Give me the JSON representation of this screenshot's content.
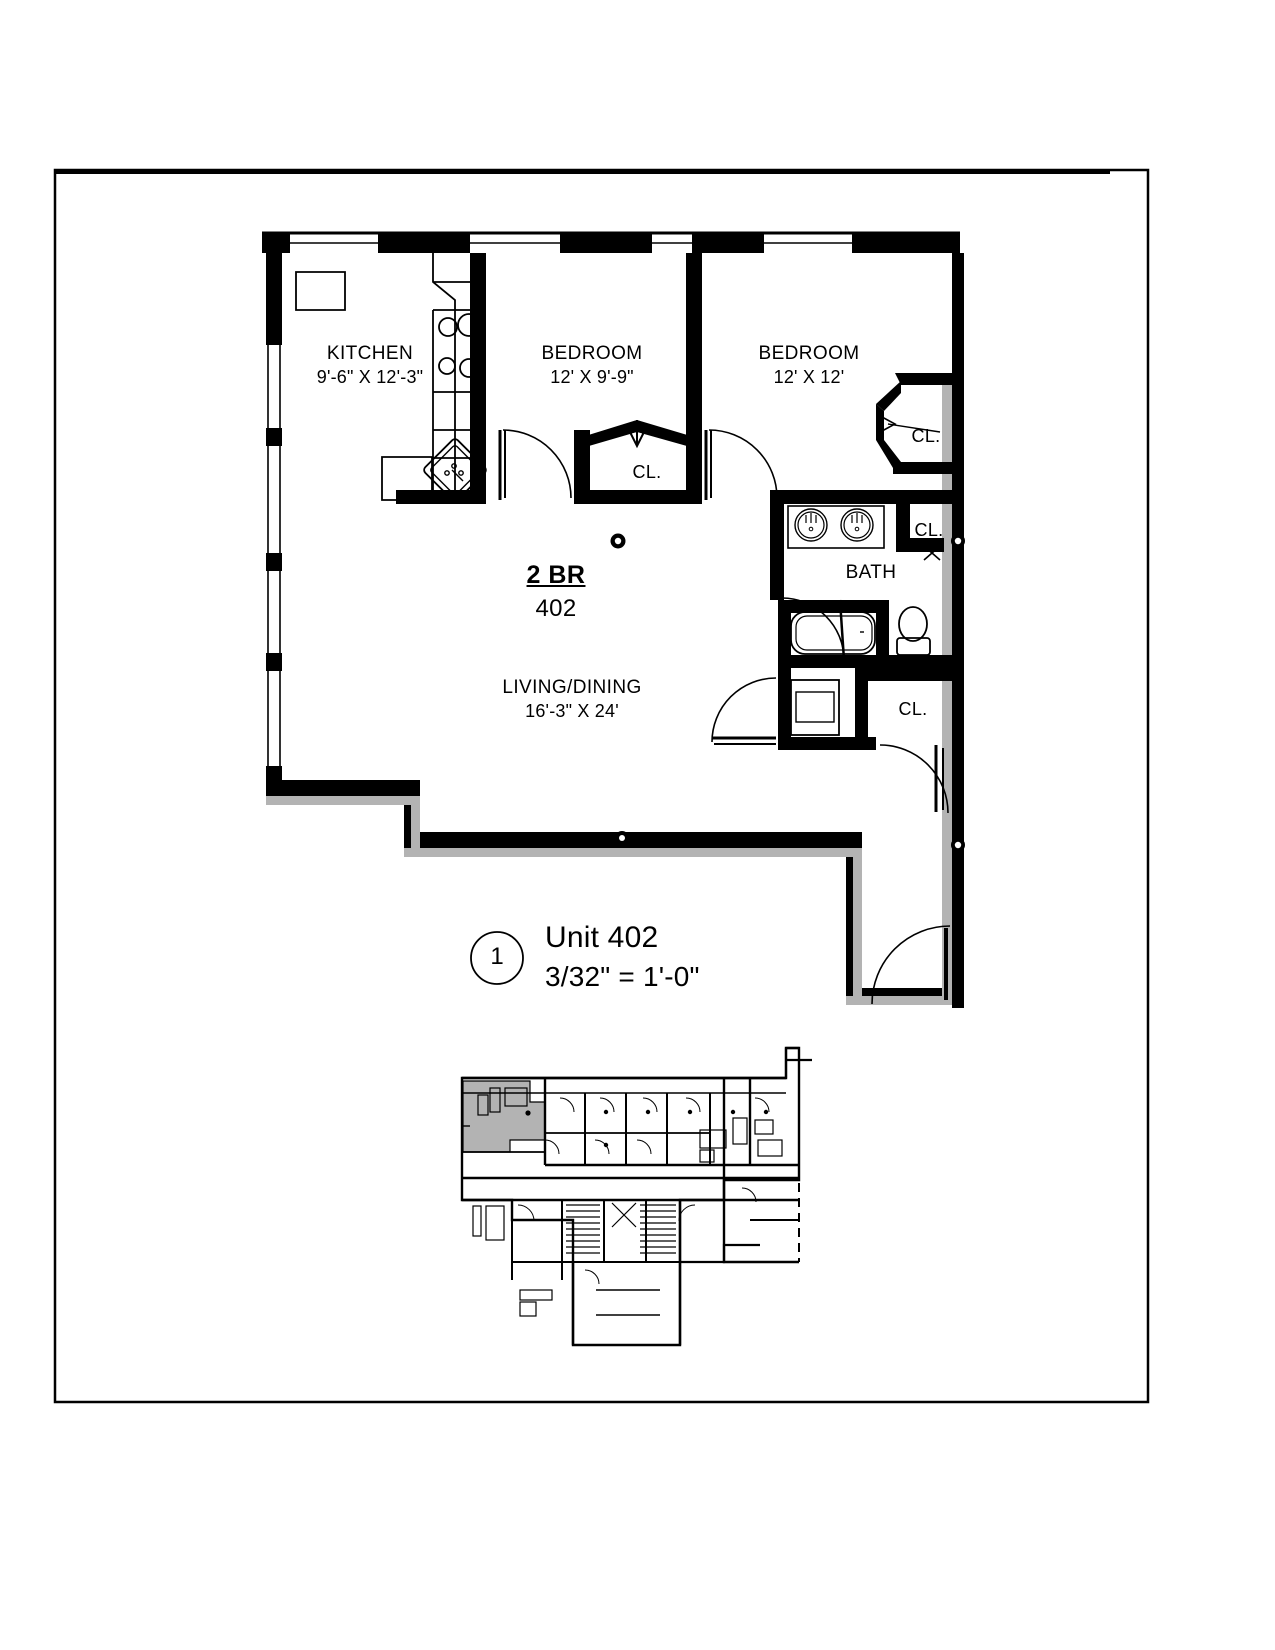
{
  "sheet": {
    "border_color": "#000000",
    "background": "#ffffff"
  },
  "plan": {
    "unit_type": "2 BR",
    "unit_number": "402",
    "rooms": [
      {
        "id": "kitchen",
        "name": "KITCHEN",
        "dimensions": "9'-6\" X 12'-3\""
      },
      {
        "id": "bedroom-1",
        "name": "BEDROOM",
        "dimensions": "12' X 9'-9\""
      },
      {
        "id": "bedroom-2",
        "name": "BEDROOM",
        "dimensions": "12' X 12'"
      },
      {
        "id": "living-dining",
        "name": "LIVING/DINING",
        "dimensions": "16'-3\" X 24'"
      },
      {
        "id": "bath",
        "name": "BATH",
        "dimensions": ""
      }
    ],
    "closets": [
      {
        "id": "closet-bedroom-1",
        "label": "CL."
      },
      {
        "id": "closet-bedroom-2",
        "label": "CL."
      },
      {
        "id": "closet-hall-linen",
        "label": "CL."
      },
      {
        "id": "closet-entry",
        "label": "CL."
      }
    ]
  },
  "title_block": {
    "tag": "1",
    "title": "Unit 402",
    "scale": "3/32\" = 1'-0\""
  },
  "key_plan": {
    "highlight_color": "#b3b3b3",
    "description": "building floor key plan with unit 402 shaded"
  },
  "colors": {
    "wall": "#000000",
    "shaded_wall": "#b3b3b3",
    "paper": "#ffffff"
  }
}
